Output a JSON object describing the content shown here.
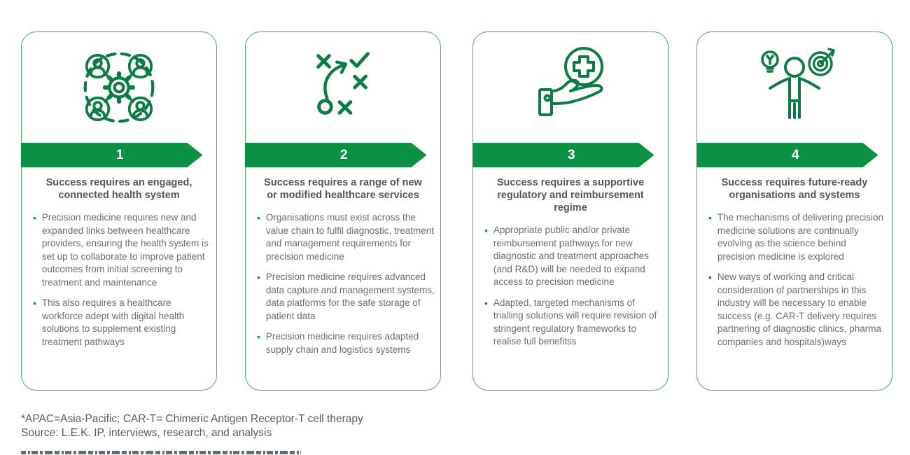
{
  "colors": {
    "banner_green": "#0a9146",
    "icon_green": "#0c7c44",
    "border_green": "#4aa968",
    "title_gray": "#54565b",
    "body_gray": "#6a6c6f"
  },
  "cards": [
    {
      "number": "1",
      "icon": "network-collaboration-icon",
      "title": "Success requires an engaged, connected health system",
      "bullets": [
        "Precision medicine requires new and expanded links between healthcare providers, ensuring the health system is set up to collaborate to improve patient outcomes from initial screening to treatment and maintenance",
        "This also requires a healthcare workforce adept with digital health solutions to supplement existing treatment pathways"
      ]
    },
    {
      "number": "2",
      "icon": "strategy-plan-icon",
      "title": "Success requires a range of new or modified healthcare services",
      "bullets": [
        "Organisations must exist across the value chain to fulfil diagnostic, treatment and management requirements for precision medicine",
        "Precision medicine requires advanced data capture and management systems, data platforms for the safe storage of patient data",
        "Precision medicine requires adapted supply chain and logistics systems"
      ]
    },
    {
      "number": "3",
      "icon": "hand-offering-medical-cross-icon",
      "title": "Success requires a supportive regulatory and reimbursement regime",
      "bullets": [
        "Appropriate public and/or private reimbursement pathways for new diagnostic and treatment approaches (and R&D) will be needed to expand access to precision medicine",
        "Adapted, targeted mechanisms of trialling solutions will require revision of stringent regulatory frameworks to realise full benefitss"
      ]
    },
    {
      "number": "4",
      "icon": "person-idea-target-icon",
      "title": "Success requires future-ready organisations and systems",
      "bullets": [
        "The mechanisms of delivering precision medicine solutions are continually evolving as the science behind precision medicine is explored",
        "New ways of working and critical consideration of partnerships in this industry will be necessary to enable success (e.g. CAR-T delivery requires partnering of diagnostic clinics, pharma companies and hospitals)ways"
      ]
    }
  ],
  "footnote": {
    "line1": "*APAC=Asia-Pacific; CAR-T= Chimeric Antigen Receptor-T cell therapy",
    "line2": "Source: L.E.K. IP, interviews, research, and analysis"
  }
}
